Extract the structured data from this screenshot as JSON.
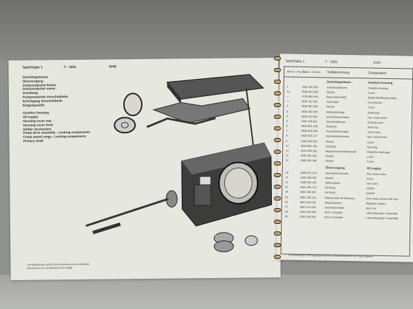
{
  "left_page": {
    "header": {
      "table": "Tafel/Table 1",
      "code": "T · 3201",
      "brand": "KHD"
    },
    "german_items": [
      "Getriebegehäuse",
      "Ölversorgung",
      "Gehäusedeckel hinten",
      "Gehäusedeckel vorne",
      "Schaltung",
      "Pumpenantrieb Verschlußteile",
      "Kriechgang Verschlußteile",
      "Eingangswelle"
    ],
    "english_items": [
      "Gearbox housing",
      "Oil supply",
      "Housing cover rear",
      "Housing cover front",
      "Shifter mechanism",
      "Pump drive assembly - Locking components",
      "Creep speed range - Locking components",
      "Primary shaft"
    ],
    "note": [
      "Die Abbildungen sind für die Ausführung nicht verbindlich",
      "Illustrations are not binding for the design"
    ]
  },
  "right_page": {
    "header": {
      "table": "Tafel/Table 1",
      "code": "T · 3201",
      "brand": "KHD"
    },
    "columns": [
      "Bild-Nr. / Fig.-No.",
      "Teil-Nr. / Part-No.",
      "Teilbenennung",
      "Designation"
    ],
    "sections": [
      {
        "title_de": "Getriebegehäuse",
        "title_en": "Gearbox housing",
        "rows": [
          [
            "1",
            "2052 301 020",
            "Getriebegehäuse",
            "Gearbox housing"
          ],
          [
            "1a",
            "0630 361 033",
            "Deckel",
            "Cover"
          ],
          [
            "—",
            "0730 395 069",
            "Baumusterschild",
            "Model identification plate"
          ],
          [
            "—",
            "0631 311 009",
            "Kerbnagel",
            "Grooved pin"
          ],
          [
            "2",
            "0630 361 038",
            "Deckel",
            "Cover"
          ],
          [
            "3",
            "0634 300 265",
            "Wellendichtring",
            "Shaft seal"
          ],
          [
            "4",
            "0636 010 009",
            "Sechskantschraube",
            "Hex. head screw"
          ],
          [
            "5",
            "2052 345 001",
            "Verschlußdeckel",
            "Sealing cover"
          ],
          [
            "6",
            "0634 801 168",
            "Dichtring",
            "Seal ring"
          ],
          [
            "7",
            "0636 302 008",
            "Verschlußschraube",
            "Screw plug"
          ],
          [
            "8",
            "0636 015 127",
            "Sechskantschraube",
            "Hex. head screw"
          ],
          [
            "9",
            "2052 340 009",
            "Deckel",
            "Cover"
          ],
          [
            "10",
            "0634 801 200",
            "Dichtring",
            "Seal ring"
          ],
          [
            "11",
            "0015 390 160",
            "Magnetverschlußschraube",
            "Magnetic drain plug"
          ],
          [
            "12",
            "0630 361 033",
            "Deckel",
            "Cover"
          ],
          [
            "13",
            "0630 361 046",
            "Deckel",
            "Cover"
          ]
        ]
      },
      {
        "title_de": "Ölversorgung",
        "title_en": "Oil supply",
        "rows": [
          [
            "20",
            "0636 015 120",
            "Sechskantschraube",
            "Hex. head screw"
          ],
          [
            "21",
            "2052 338 066",
            "Deckel",
            "Cover"
          ],
          [
            "22",
            "0636 610 106",
            "Stiftschraube",
            "Set screw"
          ],
          [
            "23",
            "0601 304 710",
            "Dichtung",
            "Gasket"
          ],
          [
            "24",
            "2052 336 067",
            "Dichtung",
            "Gasket"
          ],
          [
            "25",
            "0601 203 134",
            "Filtereinsatz mit Dichtung",
            "Fine mesh screen with seal"
          ],
          [
            "26",
            "0601 203 135",
            "Magnetsystem",
            "Magnetic system"
          ],
          [
            "27",
            "0637 011 033",
            "Sechskantmutter",
            "Hex. nut"
          ],
          [
            "28",
            "2052 236 068",
            "Rohr I komplett",
            "Lubricating pipe I assembly"
          ],
          [
            "29",
            "2052 236 065",
            "Rohr II komplett",
            "Lubricating pipe II assembly"
          ]
        ]
      }
    ],
    "footer": "Bei Bestellungen stets Aggregat-Nummer, Stücklistennummer und Type angeben!"
  }
}
